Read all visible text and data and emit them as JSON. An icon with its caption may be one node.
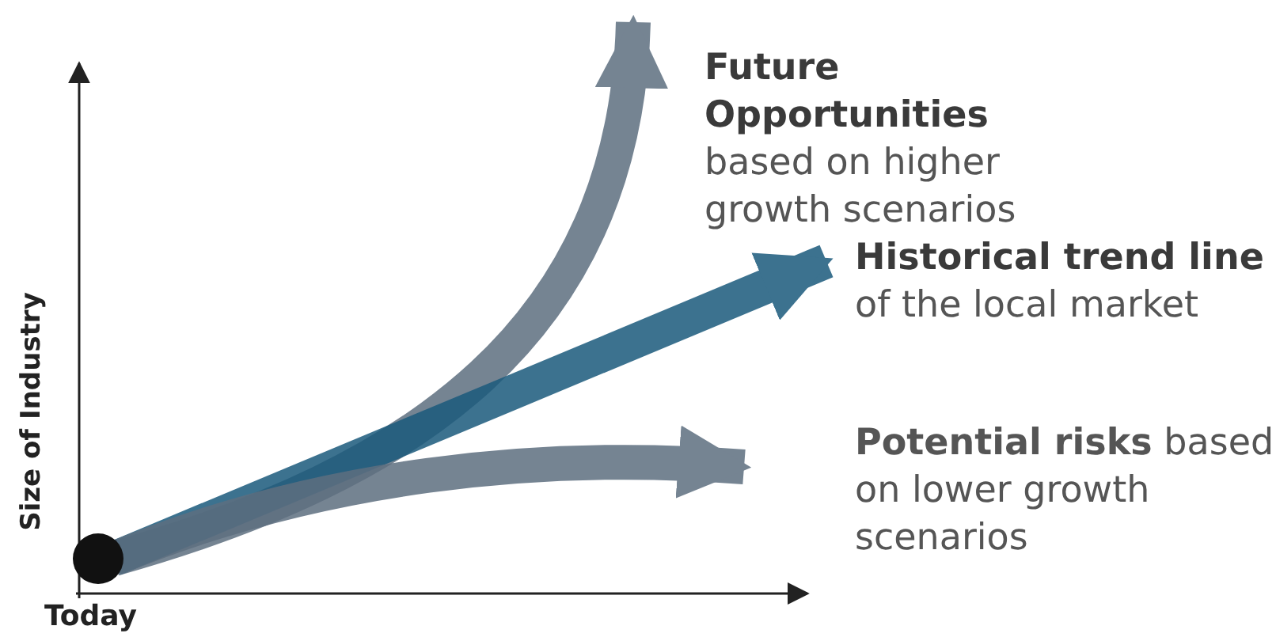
{
  "diagram": {
    "nodes": [
      {
        "text": [],
        "shape": "circle",
        "beside": [
          "Today"
        ]
      },
      {
        "text": [
          "Future Opportunities",
          "based on higher growth scenarios"
        ]
      },
      {
        "text": [
          "Historical trend line",
          "of the local market"
        ]
      },
      {
        "text": [
          "**Potential risks** based on lower growth scenarios"
        ]
      }
    ],
    "edges": [
      {
        "from": 0,
        "to": 1,
        "arrow": "to"
      },
      {
        "from": 0,
        "to": 2,
        "arrow": "to",
        "color": "#1b5a7c"
      },
      {
        "from": 0,
        "to": 3,
        "arrow": "to"
      }
    ],
    "labels": [
      "Size of Industry"
    ]
  }
}
